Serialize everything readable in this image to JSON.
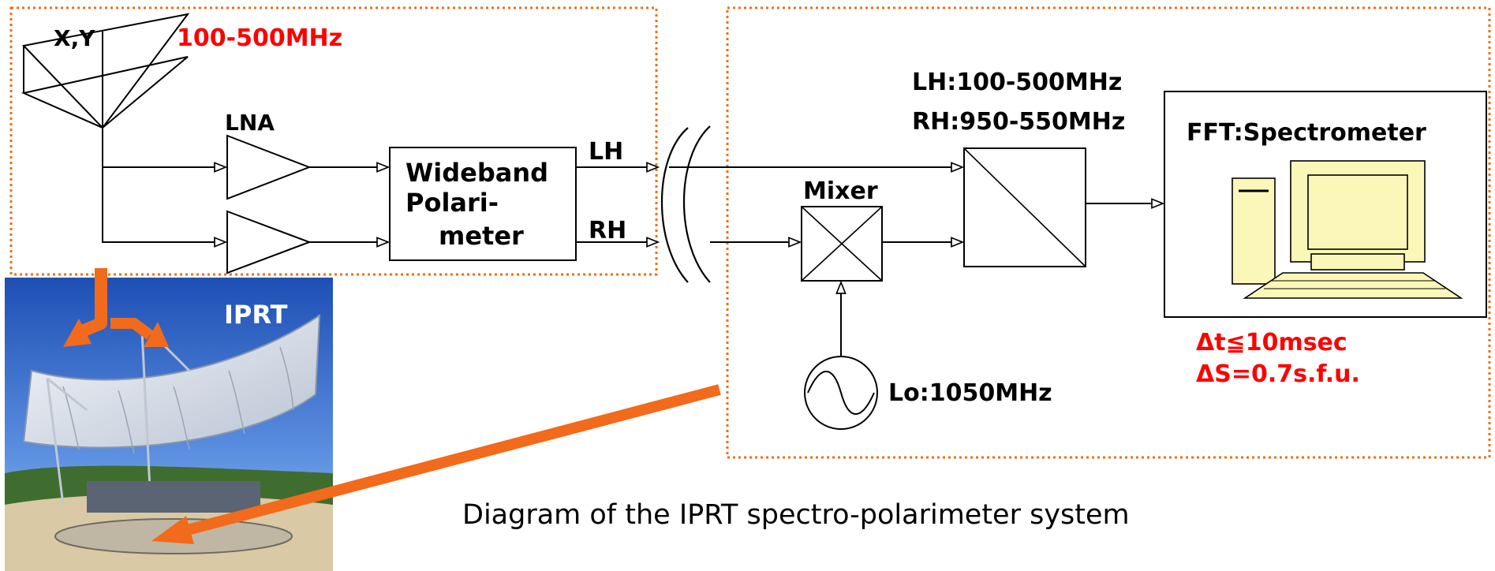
{
  "antenna": {
    "label": "X,Y",
    "band": "100-500MHz"
  },
  "lna": {
    "label": "LNA"
  },
  "polarimeter": {
    "line1": "Wideband",
    "line2": "Polari-",
    "line3": "meter"
  },
  "outputs": {
    "lh": "LH",
    "rh": "RH"
  },
  "mixer": {
    "label": "Mixer"
  },
  "filter": {
    "lh_band": "LH:100-500MHz",
    "rh_band": "RH:950-550MHz"
  },
  "lo": {
    "label": "Lo:1050MHz"
  },
  "spectrometer": {
    "label": "FFT:Spectrometer",
    "dt": "Δt≦10msec",
    "ds": "ΔS=0.7s.f.u."
  },
  "photo": {
    "label": "IPRT"
  },
  "caption": "Diagram of the IPRT spectro-polarimeter system",
  "colors": {
    "accent_red": "#ff0000",
    "arrow_orange": "#f26a1b",
    "dotted_box": "#e8701a"
  }
}
